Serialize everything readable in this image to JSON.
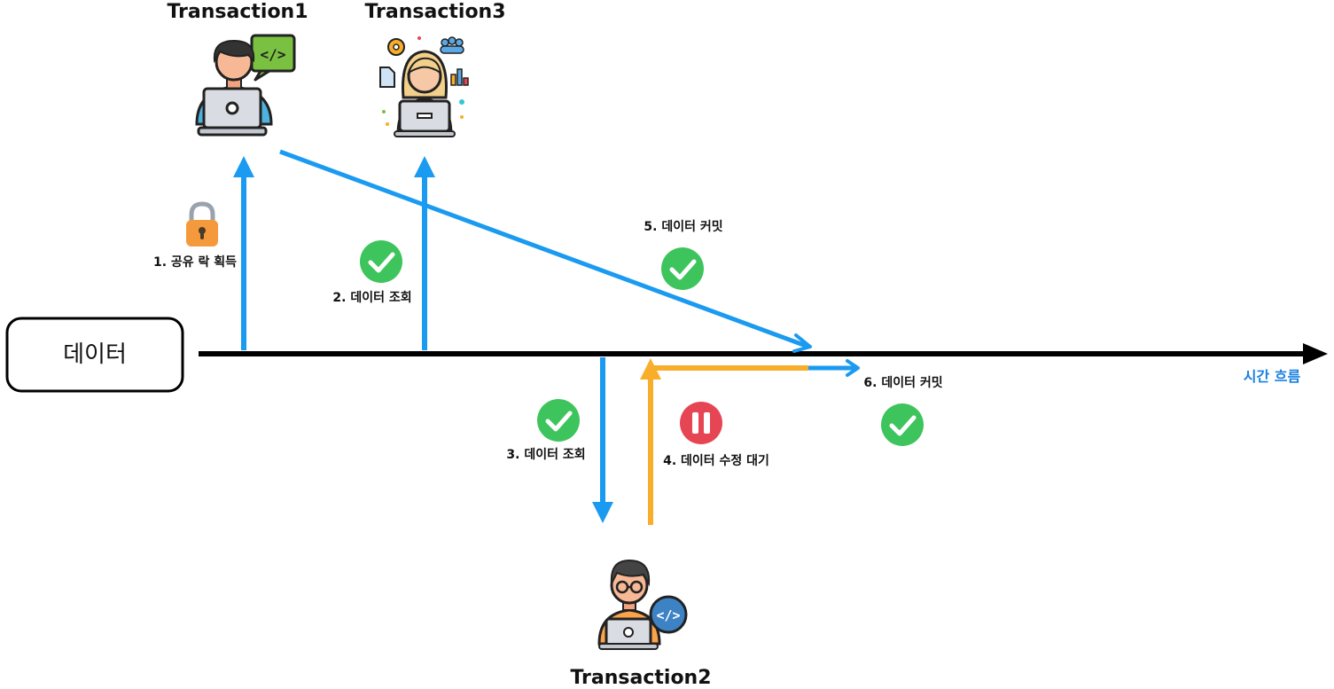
{
  "transactions": {
    "t1": "Transaction1",
    "t3": "Transaction3",
    "t2": "Transaction2"
  },
  "data_box": "데이터",
  "time_label": "시간 흐름",
  "steps": {
    "s1": "1. 공유 락 획득",
    "s2": "2. 데이터 조회",
    "s3": "3. 데이터 조회",
    "s4": "4. 데이터 수정 대기",
    "s5": "5. 데이터 커밋",
    "s6": "6. 데이터 커밋"
  },
  "colors": {
    "blue": "#1a9af0",
    "orange": "#f9ae2b",
    "green": "#3ec45d",
    "red": "#e64553",
    "lock": "#f59a3c",
    "axis": "#000000"
  },
  "icons": {
    "t1": "developer-laptop-code-icon",
    "t3": "woman-laptop-dashboard-icon",
    "t2": "developer-glasses-laptop-icon",
    "lock": "padlock-icon",
    "check": "check-circle-icon",
    "pause": "pause-circle-icon"
  }
}
